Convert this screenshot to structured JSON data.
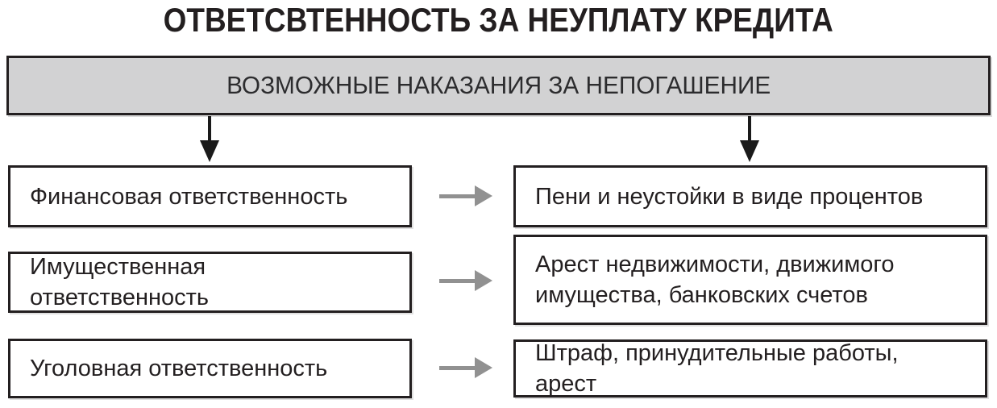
{
  "title": "ОТВЕТСВТЕННОСТЬ ЗА НЕУПЛАТУ КРЕДИТА",
  "header": {
    "label": "ВОЗМОЖНЫЕ НАКАЗАНИЯ ЗА НЕПОГАШЕНИЕ"
  },
  "rows": [
    {
      "type": "Финансовая ответственность",
      "punishment": "Пени и неустойки в виде процентов"
    },
    {
      "type": "Имущественная ответственность",
      "punishment": "Арест недвижимости, движимого имущества, банковских счетов"
    },
    {
      "type": "Уголовная ответственность",
      "punishment": "Штраф, принудительные работы, арест"
    }
  ],
  "icons": {
    "down_arrow": "down-arrow",
    "right_arrow": "right-arrow"
  },
  "colors": {
    "background": "#ffffff",
    "header_fill": "#d2d2d3",
    "border_black": "#231f20",
    "arrow_black": "#1a1a1a",
    "arrow_gray": "#919191",
    "text": "#231f20"
  }
}
